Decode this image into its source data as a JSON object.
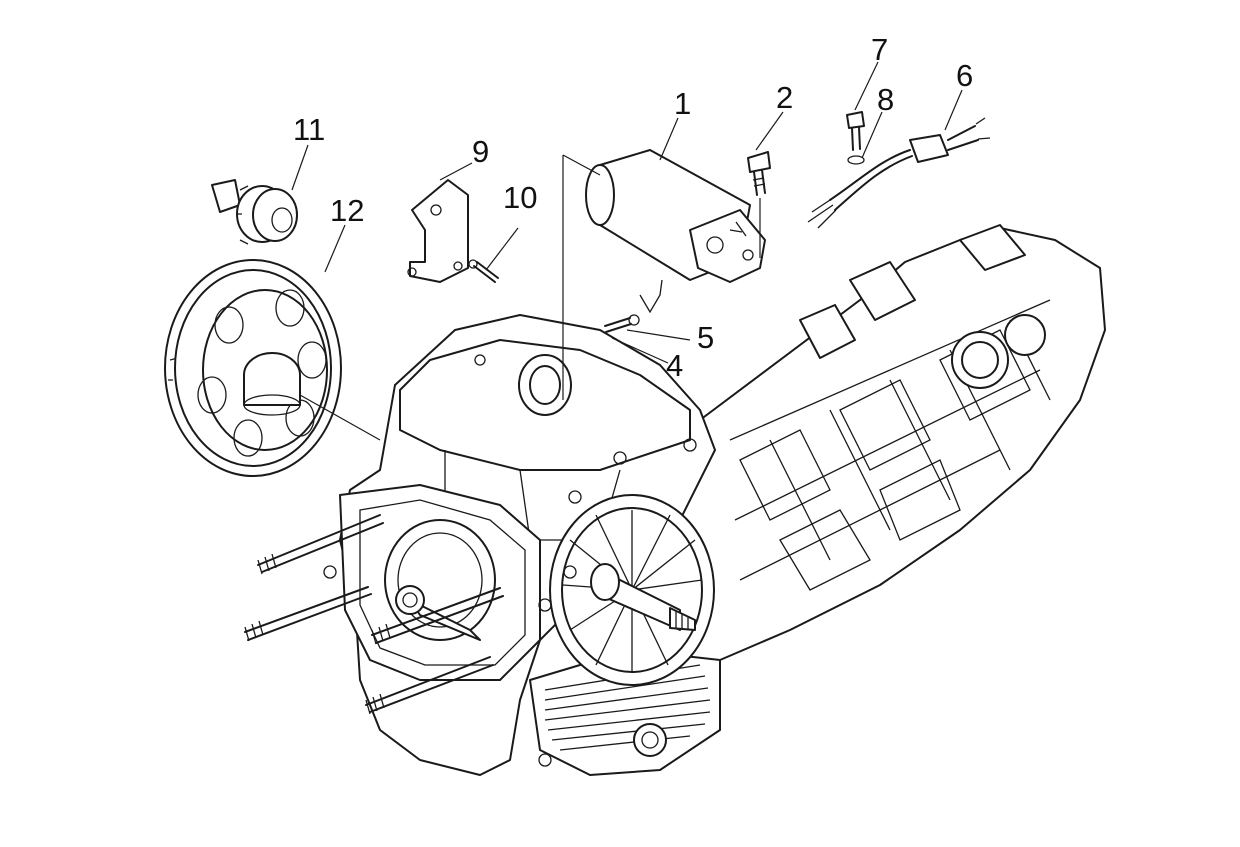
{
  "callouts": [
    {
      "id": "1",
      "label": "1"
    },
    {
      "id": "2",
      "label": "2"
    },
    {
      "id": "4",
      "label": "4"
    },
    {
      "id": "5",
      "label": "5"
    },
    {
      "id": "6",
      "label": "6"
    },
    {
      "id": "7",
      "label": "7"
    },
    {
      "id": "8",
      "label": "8"
    },
    {
      "id": "9",
      "label": "9"
    },
    {
      "id": "10",
      "label": "10"
    },
    {
      "id": "11",
      "label": "11"
    },
    {
      "id": "12",
      "label": "12"
    }
  ],
  "colors": {
    "line": "#1a1a1a",
    "background": "#ffffff",
    "text": "#111111"
  }
}
